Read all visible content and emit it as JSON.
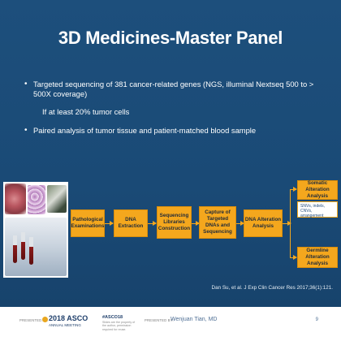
{
  "slide": {
    "title": "3D Medicines-Master Panel",
    "bullets": [
      "Targeted sequencing of 381 cancer-related genes (NGS, illuminal Nextseq 500 to > 500X coverage)",
      "If at least 20% tumor cells",
      "Paired analysis of tumor tissue and patient-matched blood sample"
    ],
    "bullet_char": "•",
    "workflow": {
      "steps": [
        "Pathological Examinations",
        "DNA Extraction",
        "Sequencing Libraries Construction",
        "Capture of Targeted DNAs and Sequencing",
        "DNA Alteration Analysis"
      ],
      "somatic": "Somatic Alteration Analysis",
      "somatic_detail": "SNVs, indels, CNVs, arrangement",
      "germline": "Germline Alteration Analysis"
    },
    "citation": "Dan Su, et al. J Exp Clin Cancer Res 2017;36(1):121."
  },
  "footer": {
    "presented_at": "PRESENTED AT:",
    "meeting_year": "2018 ASCO",
    "meeting_name": "ANNUAL MEETING",
    "asco_tag": "#ASCO18",
    "asco_tag_note": "Slides are the property of the author, permission required for reuse.",
    "presented_by": "PRESENTED BY:",
    "presenter": "Wenjuan Tian, MD",
    "page_number": "9"
  },
  "colors": {
    "slide_bg": "#1d4f7c",
    "box_fill": "#f4a71d",
    "title_text": "#ffffff",
    "asco_blue": "#1f3f6b"
  }
}
